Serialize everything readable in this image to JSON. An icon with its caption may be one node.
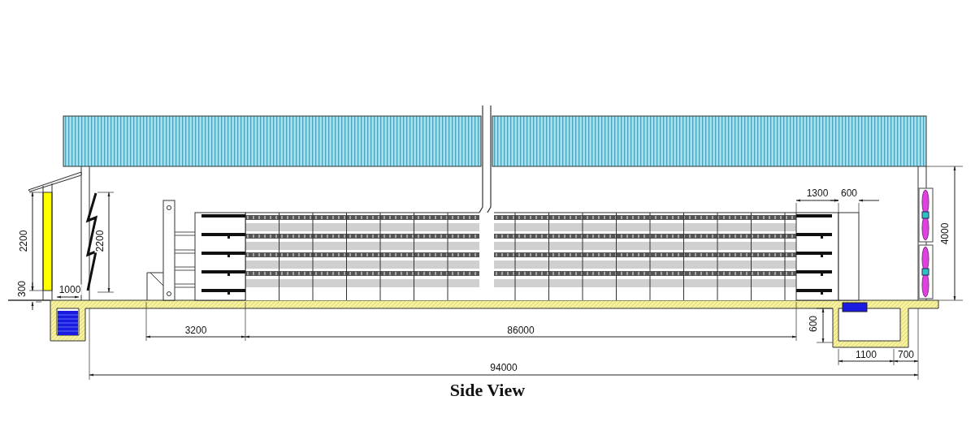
{
  "diagram": {
    "caption": "Side View",
    "labels": [
      "2200",
      "2200",
      "1300",
      "600",
      "4000",
      "300",
      "1000",
      "3200",
      "86000",
      "600",
      "1100",
      "700",
      "94000"
    ]
  }
}
